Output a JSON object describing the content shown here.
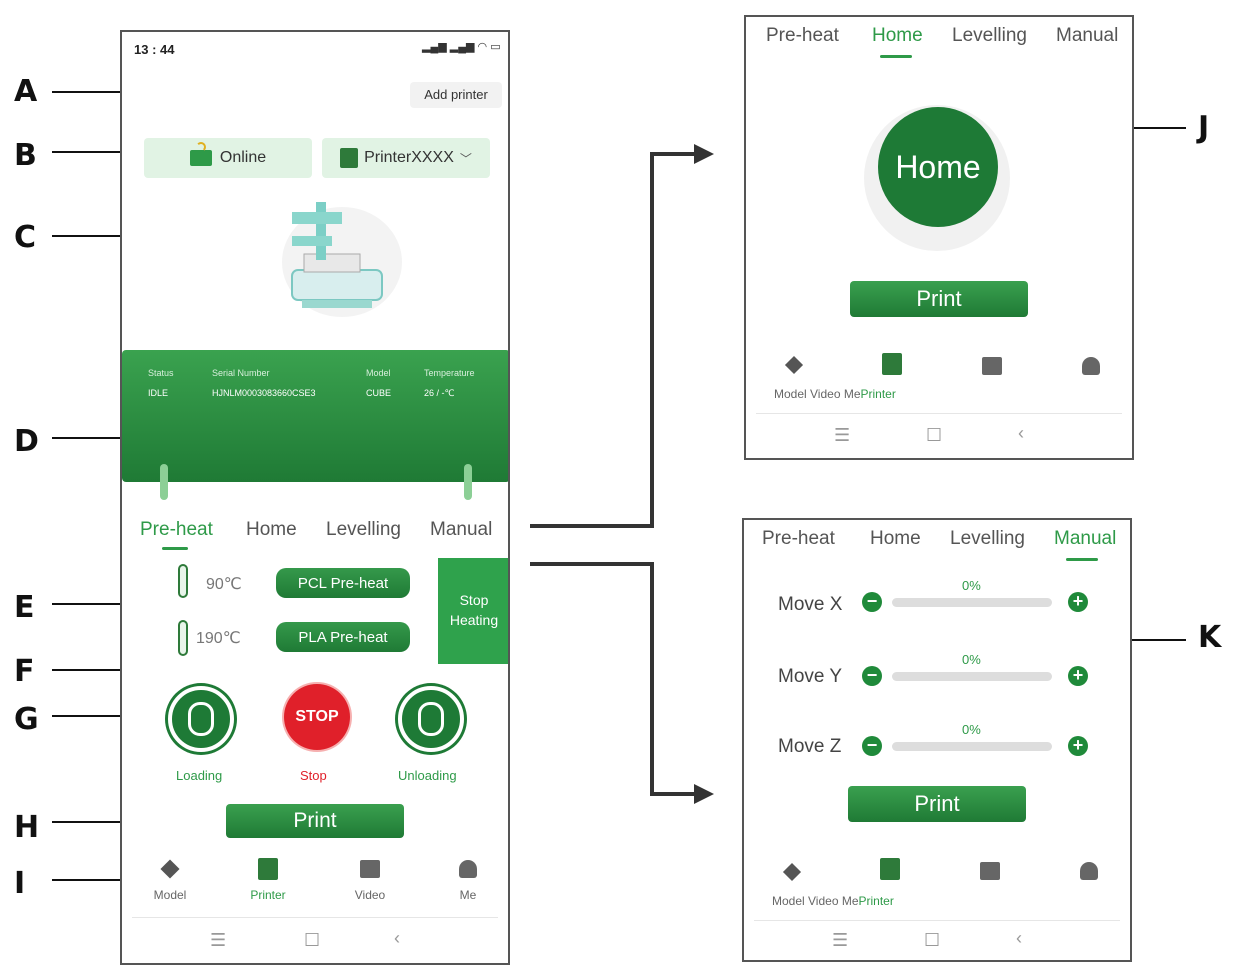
{
  "callouts": [
    "A",
    "B",
    "C",
    "D",
    "E",
    "F",
    "G",
    "H",
    "I",
    "J",
    "K"
  ],
  "phone": {
    "time": "13 : 44",
    "add_printer": "Add printer",
    "online": "Online",
    "printer_name": "PrinterXXXX",
    "info": {
      "status_label": "Status",
      "status_value": "IDLE",
      "serial_label": "Serial Number",
      "serial_value": "HJNLM0003083660CSE3",
      "model_label": "Model",
      "model_value": "CUBE",
      "temp_label": "Temperature",
      "temp_value": "26 / -℃"
    },
    "tabs": [
      "Pre-heat",
      "Home",
      "Levelling",
      "Manual"
    ],
    "preheat": {
      "pcl_temp": "90℃",
      "pcl_btn": "PCL Pre-heat",
      "pla_temp": "190℃",
      "pla_btn": "PLA Pre-heat",
      "stop_heating": "Stop Heating"
    },
    "actions": {
      "loading": "Loading",
      "stop_btn": "STOP",
      "stop": "Stop",
      "unloading": "Unloading"
    },
    "print": "Print",
    "nav": [
      "Model",
      "Printer",
      "Video",
      "Me"
    ]
  },
  "home_panel": {
    "tabs": [
      "Pre-heat",
      "Home",
      "Levelling",
      "Manual"
    ],
    "home_btn": "Home",
    "print": "Print",
    "nav_text_a": "Model Video Me",
    "nav_text_b": "Printer"
  },
  "manual_panel": {
    "tabs": [
      "Pre-heat",
      "Home",
      "Levelling",
      "Manual"
    ],
    "moves": [
      {
        "label": "Move X",
        "pct": "0%"
      },
      {
        "label": "Move Y",
        "pct": "0%"
      },
      {
        "label": "Move Z",
        "pct": "0%"
      }
    ],
    "print": "Print",
    "nav_text_a": "Model Video Me",
    "nav_text_b": "Printer"
  },
  "colors": {
    "accent": "#2e9a48",
    "dark_green": "#1e7a36",
    "stop_red": "#e0202a"
  }
}
